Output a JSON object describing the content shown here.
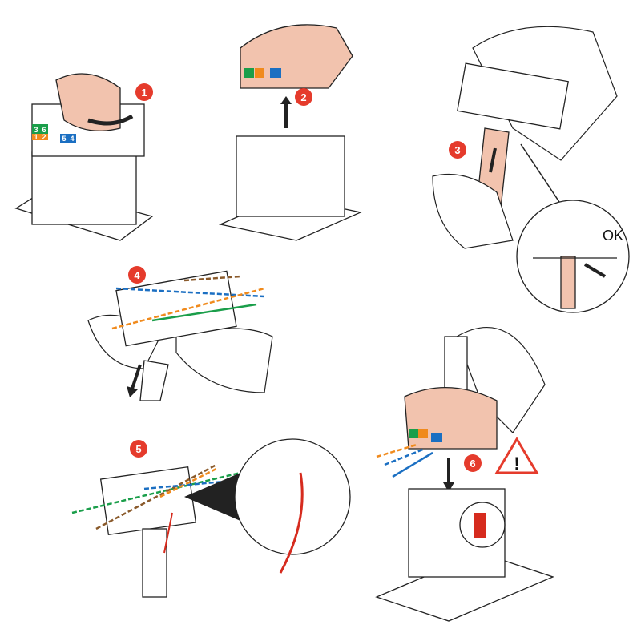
{
  "steps": [
    {
      "number": "1"
    },
    {
      "number": "2"
    },
    {
      "number": "3"
    },
    {
      "number": "4"
    },
    {
      "number": "5"
    },
    {
      "number": "6"
    }
  ],
  "detail_ok_label": "OK",
  "warning_symbol": "!",
  "pin_labels": [
    "3",
    "6",
    "1",
    "2",
    "5",
    "4"
  ],
  "colors": {
    "badge": "#e53b2c",
    "boot": "#f2c3ae",
    "green": "#1a9e4a",
    "orange": "#f08a1c",
    "blue": "#1b6fc2",
    "brown": "#8a5a2b",
    "red": "#d62b1e"
  }
}
